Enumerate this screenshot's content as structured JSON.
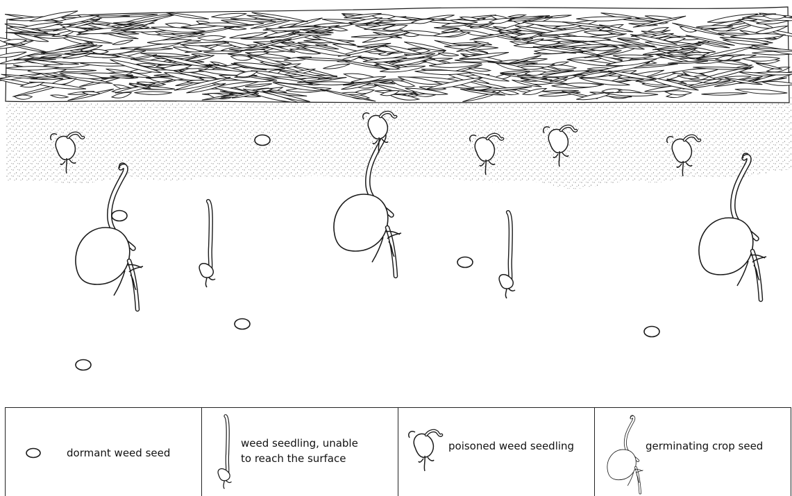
{
  "legend": {
    "items": [
      {
        "label": "dormant weed seed",
        "icon": "dormant-seed-icon"
      },
      {
        "label_line1": "weed seedling, unable",
        "label_line2": "to reach the surface",
        "icon": "weed-seedling-icon"
      },
      {
        "label": "poisoned weed seedling",
        "icon": "poisoned-seedling-icon"
      },
      {
        "label": "germinating crop seed",
        "icon": "crop-seed-icon"
      }
    ]
  },
  "colors": {
    "stroke": "#1a1a1a",
    "background": "#ffffff"
  }
}
